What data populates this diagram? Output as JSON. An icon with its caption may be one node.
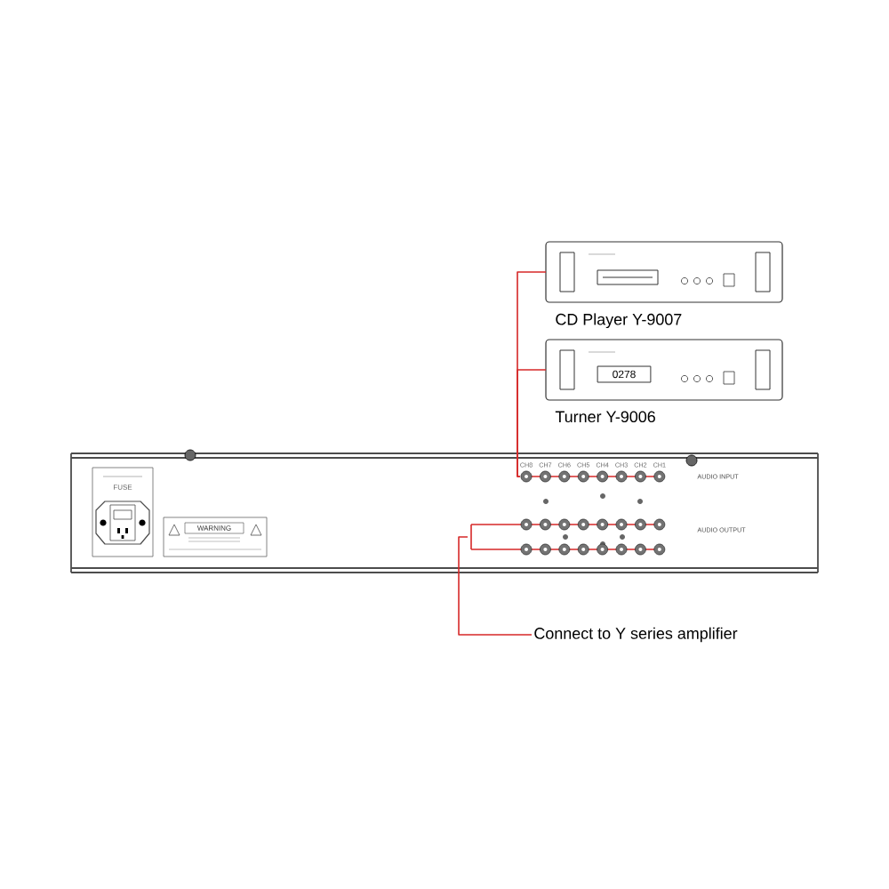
{
  "diagram": {
    "nodes": [
      {
        "text": [
          "CD Player  Y-9007"
        ]
      },
      {
        "text": [
          "Turner  Y-9006"
        ]
      },
      {
        "text": [],
        "shape": "bar"
      },
      {
        "text": [],
        "shape": "bar"
      },
      {
        "text": [
          "Connect to Y series amplifier"
        ]
      }
    ],
    "edges": [
      {
        "from": 0,
        "to": 2,
        "arrow": "none"
      },
      {
        "from": 1,
        "to": 2,
        "arrow": "none"
      },
      {
        "from": 3,
        "to": 4,
        "arrow": "none"
      }
    ],
    "labels": [
      "0278",
      "FUSE",
      "WARNING",
      "CH8",
      "CH7",
      "CH6",
      "CH5",
      "CH4",
      "CH3",
      "CH2",
      "CH1",
      "AUDIO INPUT",
      "AUDIO OUTPUT"
    ]
  }
}
